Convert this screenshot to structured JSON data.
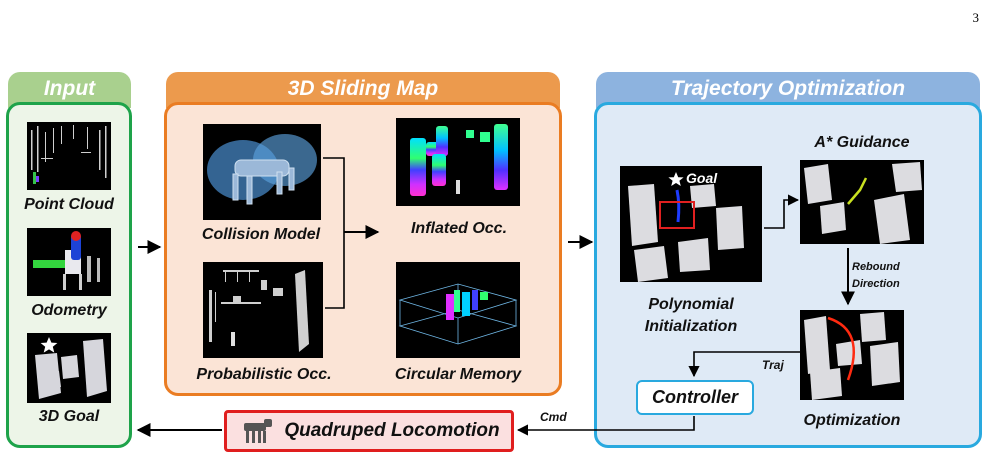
{
  "page_number": "3",
  "colors": {
    "input_header": "#a9d08e",
    "input_border": "#1ea34a",
    "input_fill": "#edf5e8",
    "map_header": "#ec9a4d",
    "map_border": "#ea7c22",
    "map_fill": "#fbe4d6",
    "traj_header": "#8db3df",
    "traj_border": "#29a9df",
    "traj_fill": "#dfeaf6",
    "loco_border": "#e01e1e",
    "loco_fill": "#fbe0e0"
  },
  "sections": {
    "input": {
      "title": "Input",
      "items": [
        "Point Cloud",
        "Odometry",
        "3D Goal"
      ]
    },
    "map": {
      "title": "3D Sliding Map",
      "items": [
        "Collision Model",
        "Inflated Occ.",
        "Probabilistic Occ.",
        "Circular Memory"
      ]
    },
    "traj": {
      "title": "Trajectory Optimization",
      "items": {
        "astar": "A* Guidance",
        "poly_line1": "Polynomial",
        "poly_line2": "Initialization",
        "rebound_line1": "Rebound",
        "rebound_line2": "Direction",
        "optimization": "Optimization",
        "goal": "Goal",
        "controller": "Controller",
        "traj": "Traj"
      }
    }
  },
  "bottom": {
    "locomotion": "Quadruped Locomotion",
    "cmd": "Cmd"
  },
  "icons": [
    "star-icon",
    "robot-dog-icon"
  ]
}
